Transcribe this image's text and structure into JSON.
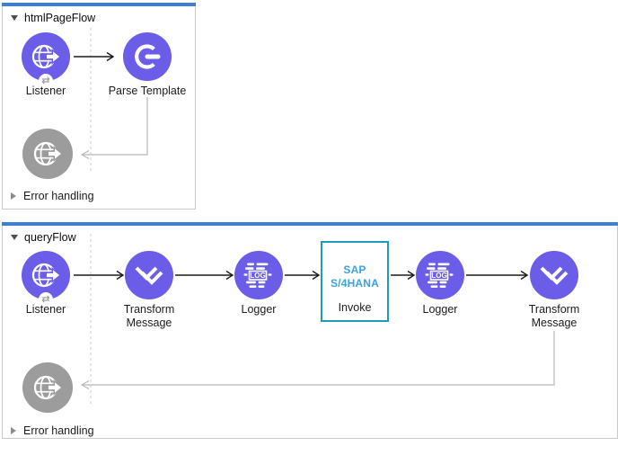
{
  "colors": {
    "flow_top_bar": "#3c7ed8",
    "node_purple": "#6b5de8",
    "node_gray": "#9c9c9c",
    "sap_border": "#1d9cba",
    "sap_text": "#3aa3dd"
  },
  "badges": {
    "exchange_glyph": "⇄"
  },
  "logger_icon_text": "LOG",
  "flows": [
    {
      "title": "htmlPageFlow",
      "nodes": [
        {
          "label": "Listener"
        },
        {
          "label": "Parse Template"
        }
      ],
      "error_handling": {
        "label": "Error handling"
      }
    },
    {
      "title": "queryFlow",
      "nodes": [
        {
          "label": "Listener"
        },
        {
          "label": "Transform Message"
        },
        {
          "label": "Logger"
        },
        {
          "title_line1": "SAP",
          "title_line2": "S/4HANA",
          "label": "Invoke"
        },
        {
          "label": "Logger"
        },
        {
          "label": "Transform Message"
        }
      ],
      "error_handling": {
        "label": "Error handling"
      }
    }
  ]
}
